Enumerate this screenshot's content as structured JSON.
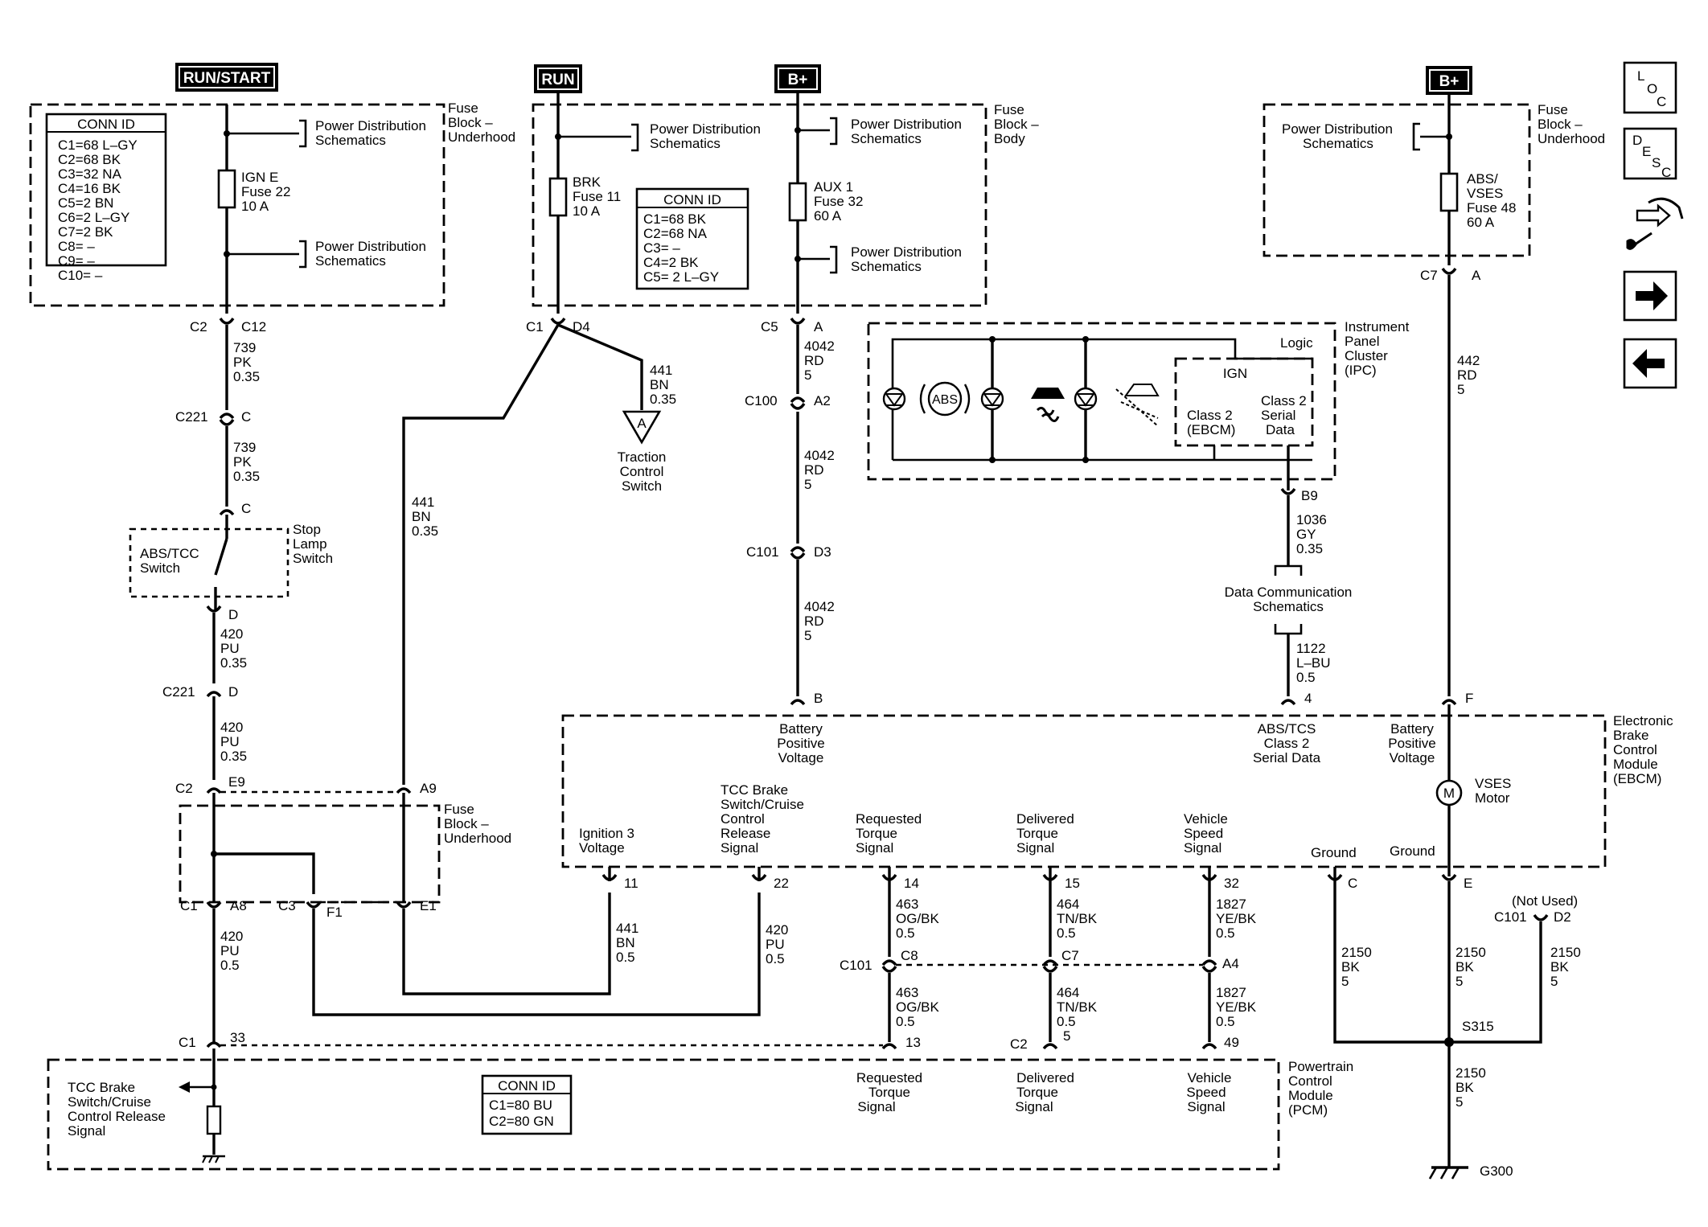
{
  "power": {
    "run_start": "RUN/START",
    "run": "RUN",
    "bplus": "B+"
  },
  "fuse_blocks": {
    "underhood_l1": "Fuse",
    "underhood_l2": "Block –",
    "underhood_l3": "Underhood",
    "body_l1": "Fuse",
    "body_l2": "Block –",
    "body_l3": "Body"
  },
  "pds": {
    "l1": "Power Distribution",
    "l2": "Schematics"
  },
  "conn_id_1": {
    "title": "CONN ID",
    "rows": [
      "C1=68 L–GY",
      "C2=68 BK",
      "C3=32 NA",
      "C4=16 BK",
      "C5=2 BN",
      "C6=2 L–GY",
      "C7=2 BK",
      "C8= –",
      "C9= –",
      "C10= –"
    ]
  },
  "conn_id_2": {
    "title": "CONN ID",
    "rows": [
      "C1=68 BK",
      "C2=68 NA",
      "C3= –",
      "C4=2 BK",
      "C5= 2 L–GY"
    ]
  },
  "conn_id_3": {
    "title": "CONN ID",
    "rows": [
      "C1=80 BU",
      "C2=80 GN"
    ]
  },
  "fuses": {
    "ign_e": [
      "IGN E",
      "Fuse 22",
      "10 A"
    ],
    "brk": [
      "BRK",
      "Fuse 11",
      "10 A"
    ],
    "aux1": [
      "AUX 1",
      "Fuse 32",
      "60 A"
    ],
    "abs": [
      "ABS/",
      "VSES",
      "Fuse 48",
      "60 A"
    ]
  },
  "wires": {
    "w739": [
      "739",
      "PK",
      "0.35"
    ],
    "w420": [
      "420",
      "PU",
      "0.35"
    ],
    "w420b": [
      "420",
      "PU",
      "0.5"
    ],
    "w441": [
      "441",
      "BN",
      "0.35"
    ],
    "w441b": [
      "441",
      "BN",
      "0.5"
    ],
    "w4042": [
      "4042",
      "RD",
      "5"
    ],
    "w442": [
      "442",
      "RD",
      "5"
    ],
    "w1036": [
      "1036",
      "GY",
      "0.35"
    ],
    "w1122": [
      "1122",
      "L–BU",
      "0.5"
    ],
    "w463": [
      "463",
      "OG/BK",
      "0.5"
    ],
    "w464": [
      "464",
      "TN/BK",
      "0.5"
    ],
    "w464b": [
      "464",
      "TN/BK",
      "0.5",
      "5"
    ],
    "w1827": [
      "1827",
      "YE/BK",
      "0.5"
    ],
    "w2150": [
      "2150",
      "BK",
      "5"
    ]
  },
  "connectors": {
    "c2": "C2",
    "c12": "C12",
    "c221": "C221",
    "c": "C",
    "d": "D",
    "c1": "C1",
    "d4": "D4",
    "c5": "C5",
    "a": "A",
    "c100": "C100",
    "a2": "A2",
    "c101": "C101",
    "d3": "D3",
    "b": "B",
    "c7": "C7",
    "b9": "B9",
    "four": "4",
    "f": "F",
    "e9": "E9",
    "a9": "A9",
    "a8": "A8",
    "c3": "C3",
    "f1": "F1",
    "e1": "E1",
    "p33": "33",
    "p11": "11",
    "p22": "22",
    "p14": "14",
    "p15": "15",
    "p32": "32",
    "c8": "C8",
    "c7b": "C7",
    "a4": "A4",
    "p13": "13",
    "p49": "49",
    "e": "E",
    "d2": "D2"
  },
  "components": {
    "stop_lamp": [
      "Stop",
      "Lamp",
      "Switch"
    ],
    "abs_tcc": [
      "ABS/TCC",
      "Switch"
    ],
    "traction": [
      "Traction",
      "Control",
      "Switch"
    ],
    "ipc": [
      "Instrument",
      "Panel",
      "Cluster",
      "(IPC)"
    ],
    "logic": "Logic",
    "ign": "IGN",
    "class2_ebcm": [
      "Class 2",
      "(EBCM)"
    ],
    "class2_serial": [
      "Class 2",
      "Serial",
      "Data"
    ],
    "abs_symbol": "ABS",
    "data_comm": [
      "Data Communication",
      "Schematics"
    ],
    "ebcm": [
      "Electronic",
      "Brake",
      "Control",
      "Module",
      "(EBCM)"
    ],
    "pcm": [
      "Powertrain",
      "Control",
      "Module",
      "(PCM)"
    ],
    "vses_motor": [
      "VSES",
      "Motor"
    ],
    "motor_symbol": "M",
    "not_used": "(Not Used)",
    "splice": "S315",
    "ground": "G300",
    "fuse_block_underhood_2": [
      "Fuse",
      "Block –",
      "Underhood"
    ],
    "tcc_pcm": [
      "TCC Brake",
      "Switch/Cruise",
      "Control Release",
      "Signal"
    ]
  },
  "ebcm_pins": {
    "battery_positive": [
      "Battery",
      "Positive",
      "Voltage"
    ],
    "abs_tcs": [
      "ABS/TCS",
      "Class 2",
      "Serial Data"
    ],
    "ignition3": [
      "Ignition 3",
      "Voltage"
    ],
    "tcc_brake": [
      "TCC Brake",
      "Switch/Cruise",
      "Control",
      "Release",
      "Signal"
    ],
    "req_torque": [
      "Requested",
      "Torque",
      "Signal"
    ],
    "del_torque": [
      "Delivered",
      "Torque",
      "Signal"
    ],
    "veh_speed": [
      "Vehicle",
      "Speed",
      "Signal"
    ],
    "ground": "Ground"
  },
  "pcm_pins": {
    "req_torque": [
      "Requested",
      "Torque",
      "Signal"
    ],
    "del_torque": [
      "Delivered",
      "Torque",
      "Signal"
    ],
    "veh_speed": [
      "Vehicle",
      "Speed",
      "Signal"
    ]
  },
  "nav": {
    "loc": [
      "L",
      "O",
      "C"
    ],
    "desc": [
      "D",
      "E",
      "S",
      "C"
    ]
  }
}
